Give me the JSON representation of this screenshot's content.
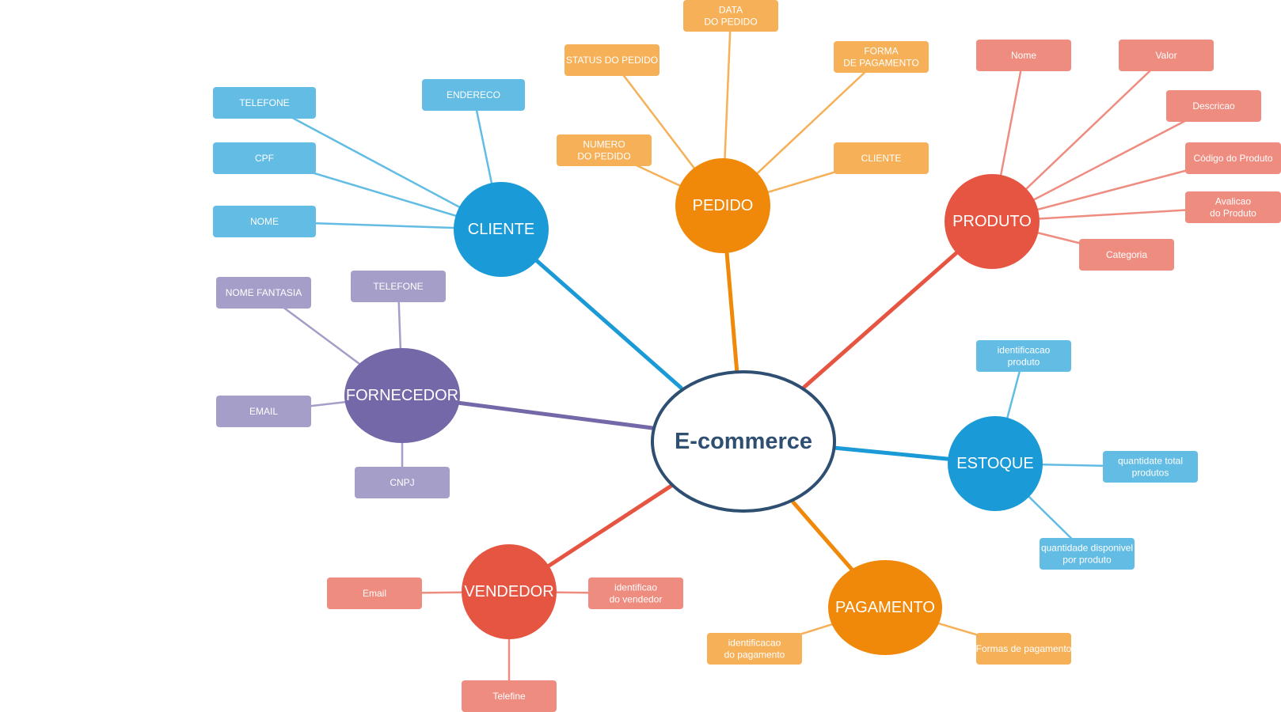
{
  "center": {
    "label": "E-commerce",
    "stroke": "#2e4f72",
    "fill": "#ffffff",
    "text_color": "#2e4f72"
  },
  "branches": [
    {
      "id": "cliente",
      "label": "CLIENTE",
      "color": "#1a9ad6",
      "leaf_color": "#62bce3",
      "leaves": [
        {
          "id": "cliente-telefone",
          "lines": [
            "TELEFONE"
          ]
        },
        {
          "id": "cliente-cpf",
          "lines": [
            "CPF"
          ]
        },
        {
          "id": "cliente-nome",
          "lines": [
            "NOME"
          ]
        },
        {
          "id": "cliente-endereco",
          "lines": [
            "ENDERECO"
          ]
        }
      ]
    },
    {
      "id": "pedido",
      "label": "PEDIDO",
      "color": "#f0890a",
      "leaf_color": "#f5b058",
      "leaves": [
        {
          "id": "pedido-data",
          "lines": [
            "DATA",
            "DO PEDIDO"
          ]
        },
        {
          "id": "pedido-status",
          "lines": [
            "STATUS DO PEDIDO"
          ]
        },
        {
          "id": "pedido-numero",
          "lines": [
            "NUMERO",
            "DO PEDIDO"
          ]
        },
        {
          "id": "pedido-forma",
          "lines": [
            "FORMA",
            "DE PAGAMENTO"
          ]
        },
        {
          "id": "pedido-cliente",
          "lines": [
            "CLIENTE"
          ]
        }
      ]
    },
    {
      "id": "produto",
      "label": "PRODUTO",
      "color": "#e65542",
      "leaf_color": "#ef8c80",
      "leaves": [
        {
          "id": "produto-nome",
          "lines": [
            "Nome"
          ]
        },
        {
          "id": "produto-valor",
          "lines": [
            "Valor"
          ]
        },
        {
          "id": "produto-descricao",
          "lines": [
            "Descricao"
          ]
        },
        {
          "id": "produto-codigo",
          "lines": [
            "Código do Produto"
          ]
        },
        {
          "id": "produto-avaliacao",
          "lines": [
            "Avalicao",
            "do Produto"
          ]
        },
        {
          "id": "produto-categoria",
          "lines": [
            "Categoria"
          ]
        }
      ]
    },
    {
      "id": "fornecedor",
      "label": "FORNECEDOR",
      "color": "#7468a8",
      "leaf_color": "#a59ec8",
      "leaves": [
        {
          "id": "fornecedor-nome-fantasia",
          "lines": [
            "NOME FANTASIA"
          ]
        },
        {
          "id": "fornecedor-telefone",
          "lines": [
            "TELEFONE"
          ]
        },
        {
          "id": "fornecedor-email",
          "lines": [
            "EMAIL"
          ]
        },
        {
          "id": "fornecedor-cnpj",
          "lines": [
            "CNPJ"
          ]
        }
      ]
    },
    {
      "id": "estoque",
      "label": "ESTOQUE",
      "color": "#1a9ad6",
      "leaf_color": "#62bce3",
      "leaves": [
        {
          "id": "estoque-identificacao",
          "lines": [
            "identificacao",
            "produto"
          ]
        },
        {
          "id": "estoque-quantidade-total",
          "lines": [
            "quantidate total",
            "produtos"
          ]
        },
        {
          "id": "estoque-quantidade-disponivel",
          "lines": [
            "quantidade disponivel",
            "por produto"
          ]
        }
      ]
    },
    {
      "id": "vendedor",
      "label": "VENDEDOR",
      "color": "#e65542",
      "leaf_color": "#ef8c80",
      "leaves": [
        {
          "id": "vendedor-email",
          "lines": [
            "Email"
          ]
        },
        {
          "id": "vendedor-identificacao",
          "lines": [
            "identificao",
            "do vendedor"
          ]
        },
        {
          "id": "vendedor-telefone",
          "lines": [
            "Telefine"
          ]
        }
      ]
    },
    {
      "id": "pagamento",
      "label": "PAGAMENTO",
      "color": "#f0890a",
      "leaf_color": "#f5b058",
      "leaves": [
        {
          "id": "pagamento-identificacao",
          "lines": [
            "identificacao",
            "do pagamento"
          ]
        },
        {
          "id": "pagamento-formas",
          "lines": [
            "Formas de pagamento"
          ]
        }
      ]
    }
  ]
}
